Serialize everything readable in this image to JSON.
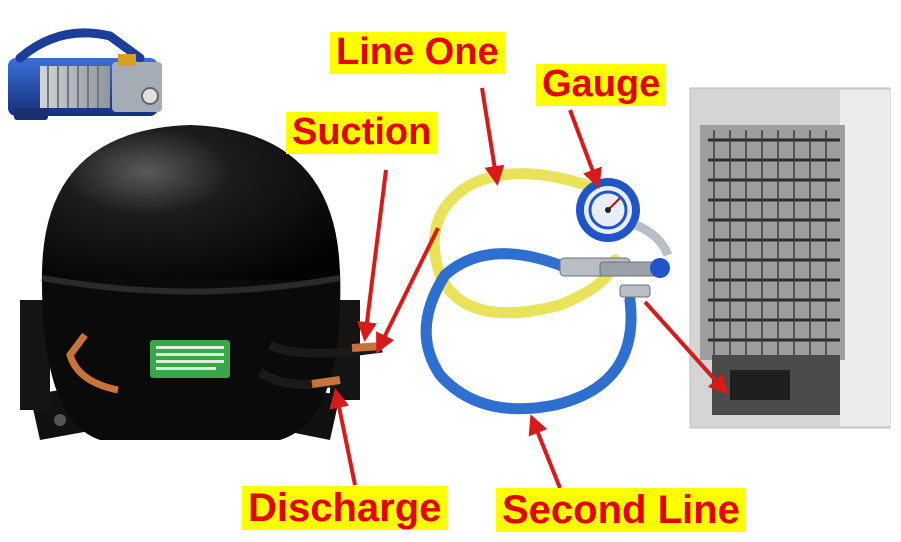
{
  "labels": {
    "line_one": "Line One",
    "gauge": "Gauge",
    "suction": "Suction",
    "discharge": "Discharge",
    "second_line": "Second Line"
  },
  "colors": {
    "label_background": "#ffff00",
    "label_text": "#e60000",
    "arrow": "#d91a1a",
    "compressor_body": "#0d0d0d",
    "compressor_label": "#3aa64a",
    "yellow_hose": "#e8e35a",
    "blue_hose": "#2f6fd0",
    "gauge_blue": "#1f55c8",
    "vacuum_pump_blue": "#2048a8",
    "copper_pipe": "#c8733a"
  },
  "objects": {
    "vacuum_pump": "vacuum-pump-icon",
    "compressor": "compressor-icon",
    "manifold_gauge": "gauge-icon",
    "hoses": "hose-icon",
    "refrigerator_condenser": "condenser-coil-icon"
  }
}
